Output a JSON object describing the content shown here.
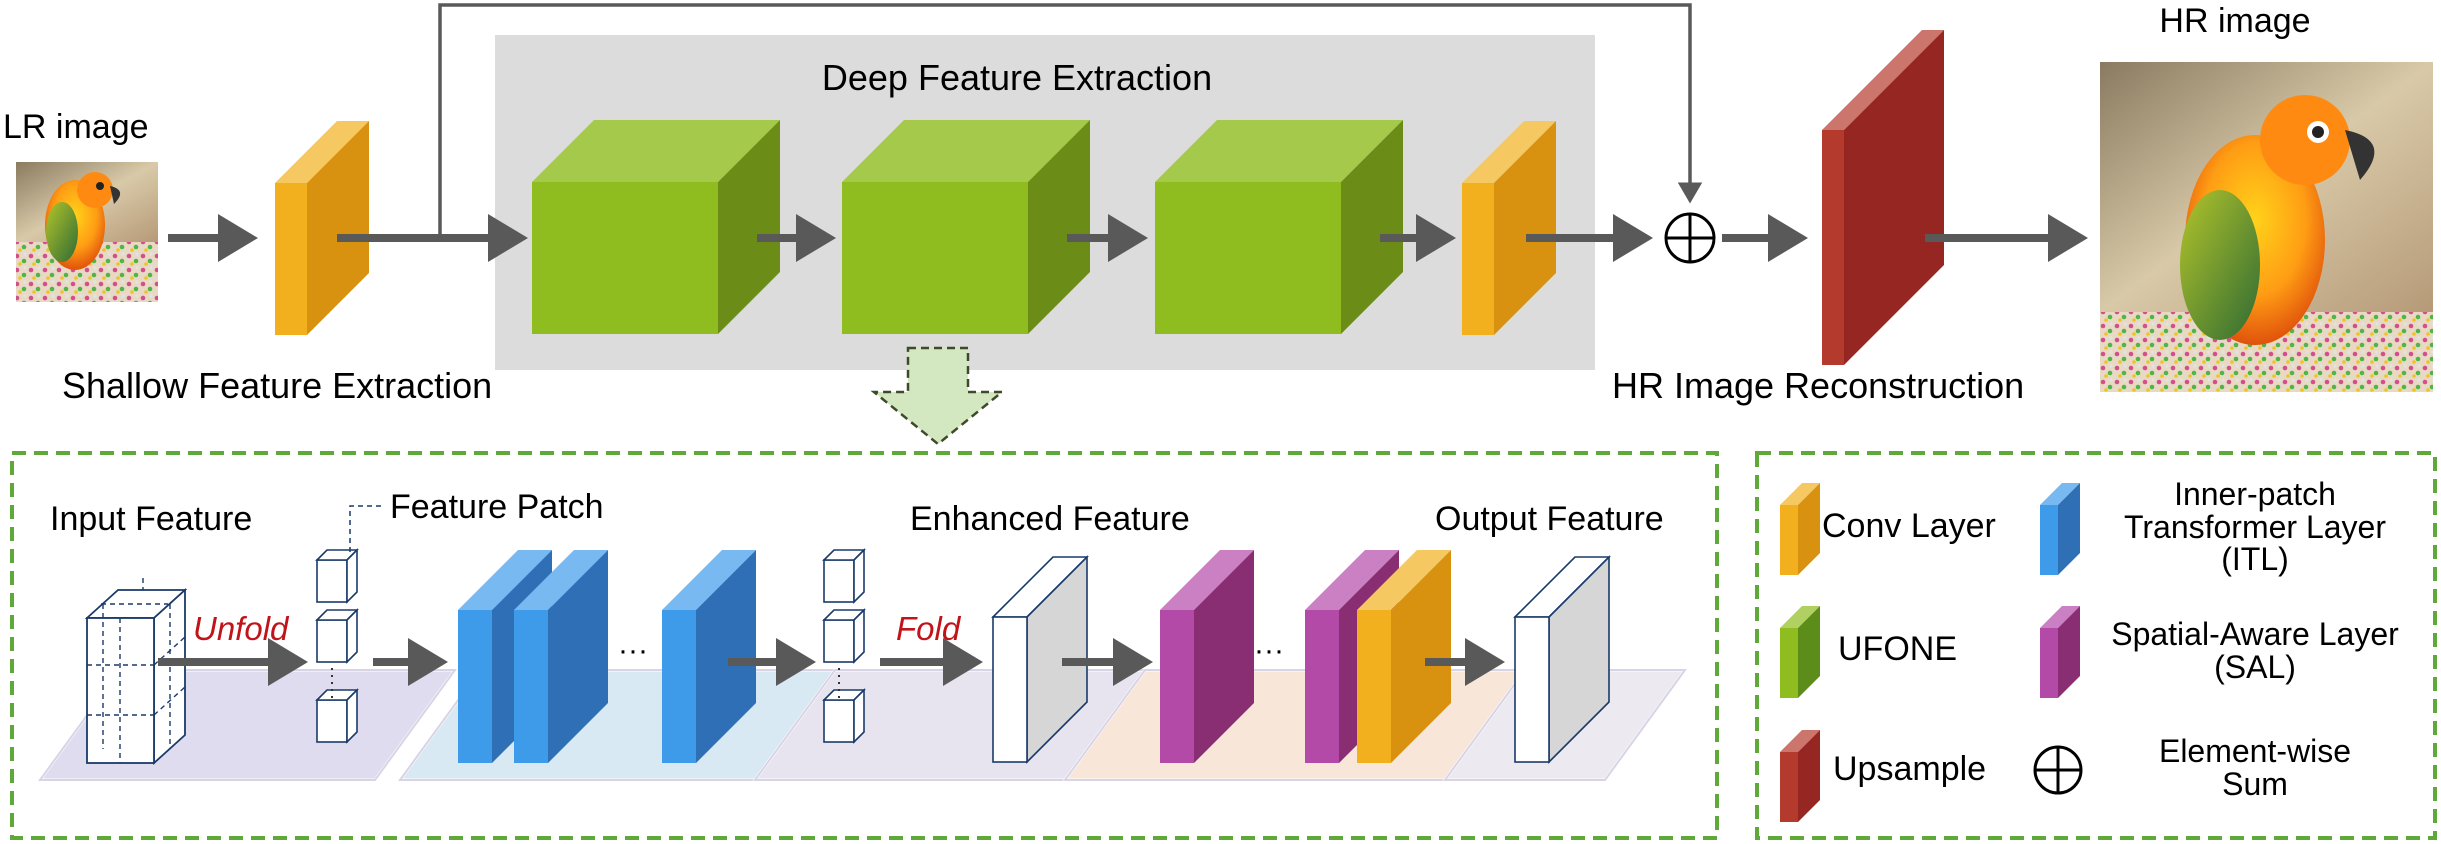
{
  "top": {
    "lr_label": "LR image",
    "hr_label": "HR image",
    "deep_title": "Deep Feature Extraction",
    "shallow_label": "Shallow Feature Extraction",
    "recon_label": "HR Image Reconstruction"
  },
  "detail": {
    "input_feature": "Input Feature",
    "feature_patch": "Feature Patch",
    "enhanced_feature": "Enhanced Feature",
    "output_feature": "Output Feature",
    "unfold": "Unfold",
    "fold": "Fold",
    "ellipsis": "···"
  },
  "legend": {
    "conv": "Conv Layer",
    "ufone": "UFONE",
    "upsample": "Upsample",
    "itl_line1": "Inner-patch",
    "itl_line2": "Transformer Layer",
    "itl_line3": "(ITL)",
    "sal_line1": "Spatial-Aware Layer",
    "sal_line2": "(SAL)",
    "sum_line1": "Element-wise",
    "sum_line2": "Sum"
  },
  "colors": {
    "conv": "#f2b01e",
    "ufone": "#8fbc1e",
    "upsample": "#b3322b",
    "itl": "#3d8fdc",
    "sal": "#a53a96",
    "arrow": "#595959",
    "dashed_border": "#5fa83a",
    "label_red": "#c0141a",
    "deep_bg": "#dcdcdc"
  }
}
